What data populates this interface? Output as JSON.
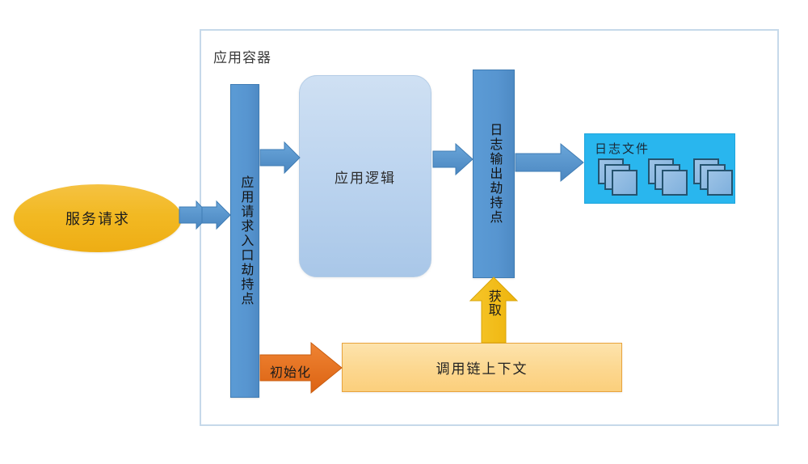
{
  "diagram": {
    "title": "应用容器",
    "container_label": "应用容器",
    "nodes": {
      "service_request": "服务请求",
      "entry_hook": "应用请求入口劫持点",
      "app_logic": "应用逻辑",
      "log_output_hook": "日志输出劫持点",
      "log_files": "日志文件",
      "call_chain_context": "调用链上下文"
    },
    "edge_labels": {
      "initialize": "初始化",
      "fetch": "获取"
    },
    "colors": {
      "container_border": "#c6d9ea",
      "ellipse_fill": "#f2b923",
      "blue_bar": "#5b9bd5",
      "logic_box": "#bcd4ef",
      "logfiles_cyan": "#29b6ee",
      "file_icon": "#9dc3e6",
      "file_icon_border": "#24536f",
      "context_box": "#fcd78f",
      "context_border": "#e8a33d",
      "orange_arrow": "#e8731f",
      "yellow_arrow": "#f4c018",
      "blue_arrow": "#5b9bd5"
    },
    "file_stacks": [
      {
        "name": "log-file-stack-1",
        "count": 3
      },
      {
        "name": "log-file-stack-2",
        "count": 3
      },
      {
        "name": "log-file-stack-3",
        "count": 3
      }
    ]
  }
}
